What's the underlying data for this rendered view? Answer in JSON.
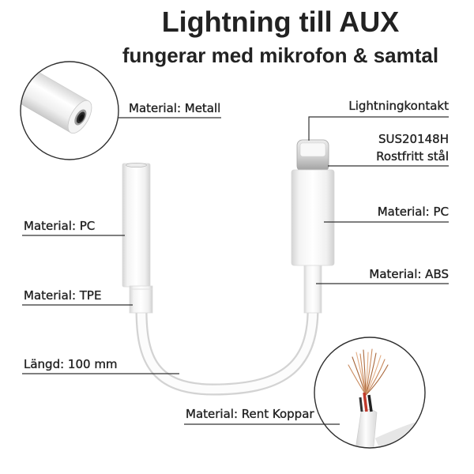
{
  "title": "Lightning till AUX",
  "subtitle": "fungerar med mikrofon & samtal",
  "labels": {
    "jack_tip": "Material: Metall",
    "lightning_connector": "Lightningkontakt",
    "plug_material_line1": "SUS20148H",
    "plug_material_line2": "Rostfritt stål",
    "lightning_housing": "Material: PC",
    "lightning_strain_relief": "Material: ABS",
    "jack_housing": "Material: PC",
    "jack_strain_relief": "Material: TPE",
    "cable_length": "Längd: 100 mm",
    "cable_core": "Material: Rent Koppar"
  },
  "colors": {
    "text": "#222222",
    "background": "#ffffff",
    "callout_line": "#333333",
    "copper": "#c98a5e"
  }
}
